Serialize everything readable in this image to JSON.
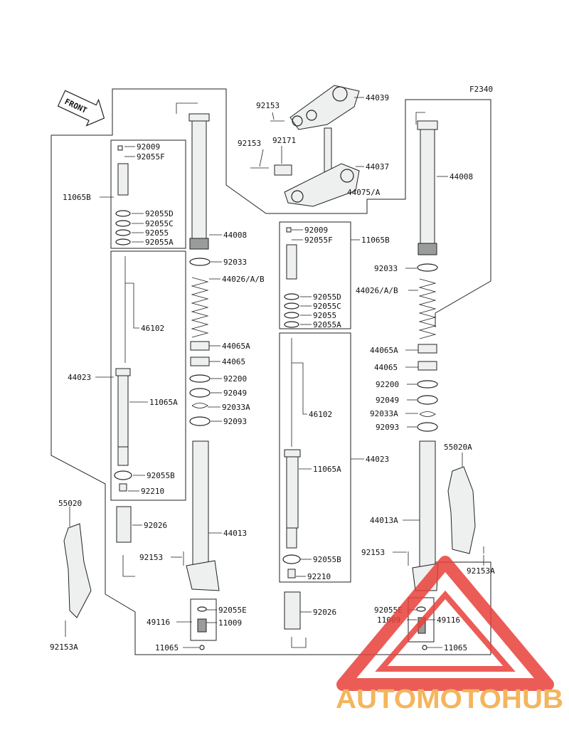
{
  "diagram_code": "F2340",
  "front_label": "FRONT",
  "watermark": "AUTOMOTOHUB",
  "brand_colors": {
    "watermark_red": "#e8403a",
    "watermark_orange": "#f3a941",
    "watermark_gray": "#5f5f5f"
  },
  "callouts": [
    {
      "id": "c1",
      "text": "44039"
    },
    {
      "id": "c2",
      "text": "92153"
    },
    {
      "id": "c3",
      "text": "92153"
    },
    {
      "id": "c4",
      "text": "92171"
    },
    {
      "id": "c5",
      "text": "44037"
    },
    {
      "id": "c6",
      "text": "44075/A"
    },
    {
      "id": "c7",
      "text": "92009"
    },
    {
      "id": "c8",
      "text": "92055F"
    },
    {
      "id": "c9",
      "text": "11065B"
    },
    {
      "id": "c10",
      "text": "92055D"
    },
    {
      "id": "c11",
      "text": "92055C"
    },
    {
      "id": "c12",
      "text": "92055"
    },
    {
      "id": "c13",
      "text": "92055A"
    },
    {
      "id": "c14",
      "text": "46102"
    },
    {
      "id": "c15",
      "text": "44023"
    },
    {
      "id": "c16",
      "text": "11065A"
    },
    {
      "id": "c17",
      "text": "92055B"
    },
    {
      "id": "c18",
      "text": "92210"
    },
    {
      "id": "c19",
      "text": "92026"
    },
    {
      "id": "c20",
      "text": "55020"
    },
    {
      "id": "c21",
      "text": "92153A"
    },
    {
      "id": "c22",
      "text": "44008"
    },
    {
      "id": "c23",
      "text": "92033"
    },
    {
      "id": "c24",
      "text": "44026/A/B"
    },
    {
      "id": "c25",
      "text": "44065A"
    },
    {
      "id": "c26",
      "text": "44065"
    },
    {
      "id": "c27",
      "text": "92200"
    },
    {
      "id": "c28",
      "text": "92049"
    },
    {
      "id": "c29",
      "text": "92033A"
    },
    {
      "id": "c30",
      "text": "92093"
    },
    {
      "id": "c31",
      "text": "44013"
    },
    {
      "id": "c32",
      "text": "92153"
    },
    {
      "id": "c33",
      "text": "49116"
    },
    {
      "id": "c34",
      "text": "92055E"
    },
    {
      "id": "c35",
      "text": "11009"
    },
    {
      "id": "c36",
      "text": "11065"
    },
    {
      "id": "c37",
      "text": "92009"
    },
    {
      "id": "c38",
      "text": "92055F"
    },
    {
      "id": "c39",
      "text": "11065B"
    },
    {
      "id": "c40",
      "text": "92055D"
    },
    {
      "id": "c41",
      "text": "92055C"
    },
    {
      "id": "c42",
      "text": "92055"
    },
    {
      "id": "c43",
      "text": "92055A"
    },
    {
      "id": "c44",
      "text": "46102"
    },
    {
      "id": "c45",
      "text": "44023"
    },
    {
      "id": "c46",
      "text": "11065A"
    },
    {
      "id": "c47",
      "text": "92055B"
    },
    {
      "id": "c48",
      "text": "92210"
    },
    {
      "id": "c49",
      "text": "92026"
    },
    {
      "id": "c50",
      "text": "44008"
    },
    {
      "id": "c51",
      "text": "92033"
    },
    {
      "id": "c52",
      "text": "44026/A/B"
    },
    {
      "id": "c53",
      "text": "44065A"
    },
    {
      "id": "c54",
      "text": "44065"
    },
    {
      "id": "c55",
      "text": "92200"
    },
    {
      "id": "c56",
      "text": "92049"
    },
    {
      "id": "c57",
      "text": "92033A"
    },
    {
      "id": "c58",
      "text": "92093"
    },
    {
      "id": "c59",
      "text": "55020A"
    },
    {
      "id": "c60",
      "text": "44013A"
    },
    {
      "id": "c61",
      "text": "92153"
    },
    {
      "id": "c62",
      "text": "92153A"
    },
    {
      "id": "c63",
      "text": "92055E"
    },
    {
      "id": "c64",
      "text": "11009"
    },
    {
      "id": "c65",
      "text": "49116"
    },
    {
      "id": "c66",
      "text": "11065"
    }
  ]
}
